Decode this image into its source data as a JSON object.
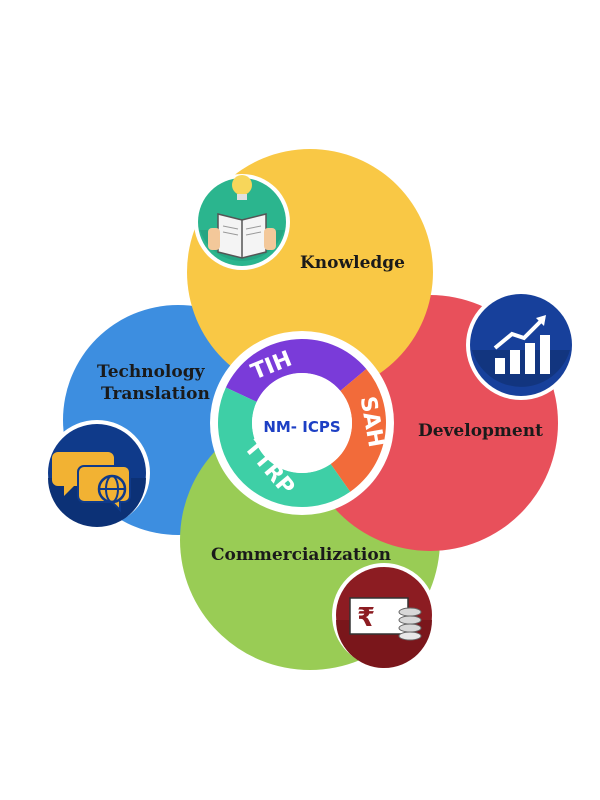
{
  "center": {
    "label": "NM- ICPS",
    "segments": [
      {
        "label": "TIH",
        "color": "#7a3bd9"
      },
      {
        "label": "SAH",
        "color": "#f26b3a"
      },
      {
        "label": "TTRP",
        "color": "#3ecfa6"
      }
    ]
  },
  "nodes": {
    "knowledge": {
      "label": "Knowledge",
      "color": "#f9c845",
      "icon": "reading-book-lightbulb-icon"
    },
    "development": {
      "label": "Development",
      "color": "#e8505b",
      "icon": "growth-chart-icon"
    },
    "commercialization": {
      "label": "Commercialization",
      "color": "#99cc55",
      "icon": "rupee-money-icon"
    },
    "technology_translation": {
      "line1": "Technology",
      "line2": "Translation",
      "color": "#3d8ee0",
      "icon": "chat-globe-icon"
    }
  },
  "colors": {
    "ring_white": "#ffffff",
    "center_text": "#1d3fc4"
  }
}
